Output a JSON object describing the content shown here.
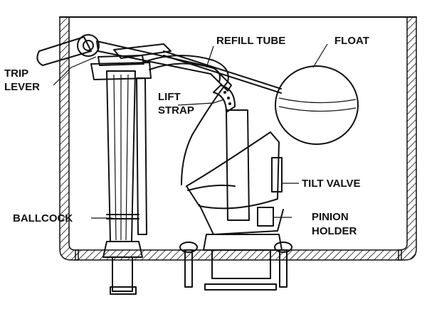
{
  "labels": {
    "refill_tube": "REFILL TUBE",
    "float": "FLOAT",
    "trip_lever_1": "TRIP",
    "trip_lever_2": "LEVER",
    "lift_strap_1": "LIFT",
    "lift_strap_2": "STRAP",
    "tilt_valve": "TILT VALVE",
    "ballcock": "BALLCOCK",
    "pinion_holder_1": "PINION",
    "pinion_holder_2": "HOLDER"
  },
  "colors": {
    "ink": "#111111",
    "paper": "#ffffff"
  }
}
